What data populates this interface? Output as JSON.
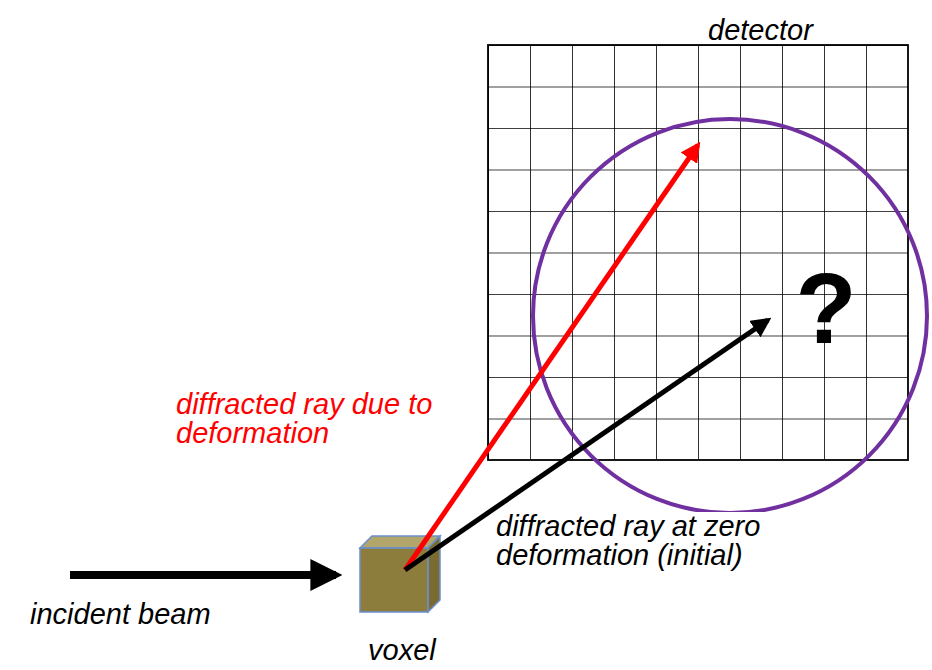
{
  "diagram": {
    "labels": [
      "detector",
      "?",
      "diffracted ray due to deformation",
      "diffracted ray at zero deformation (initial)",
      "incident beam",
      "voxel"
    ]
  }
}
